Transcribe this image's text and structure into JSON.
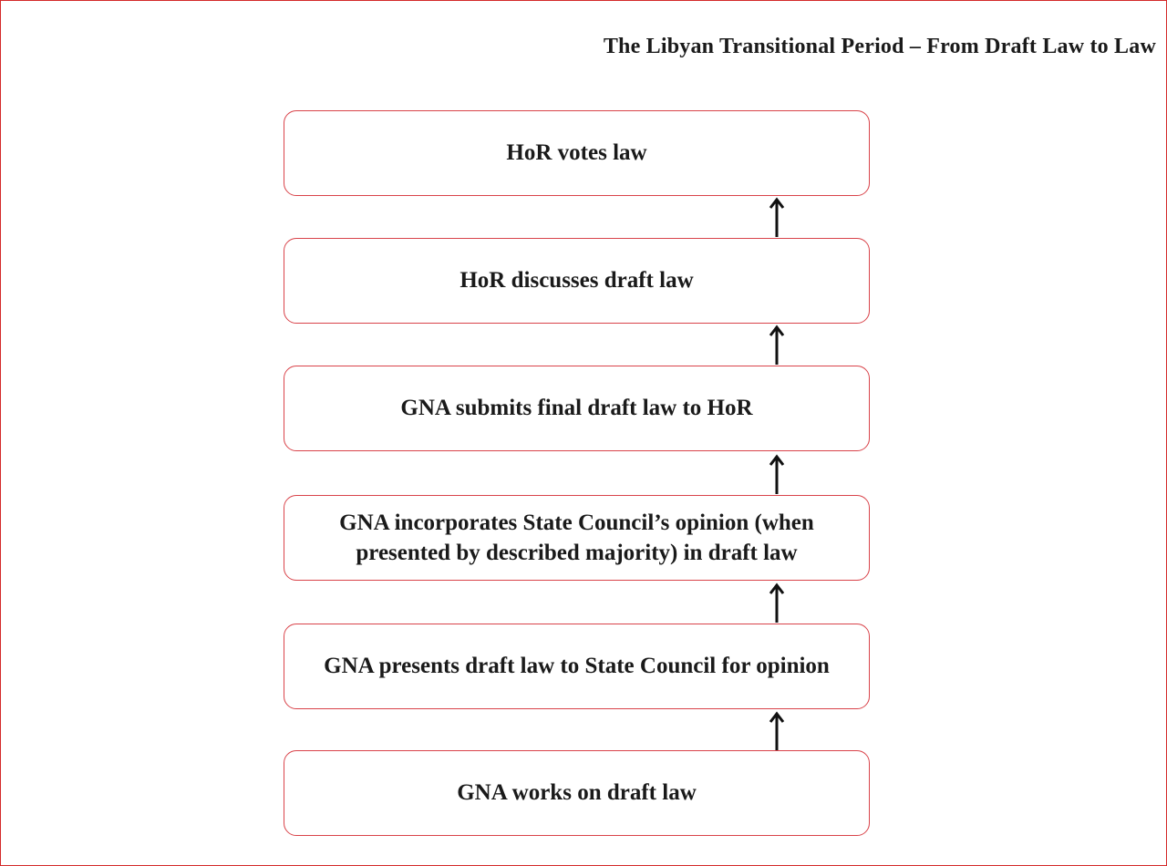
{
  "title": "The Libyan Transitional Period – From Draft Law to Law",
  "steps": [
    "HoR votes law",
    "HoR discusses draft law",
    "GNA submits final draft law to HoR",
    "GNA incorporates State Council’s opinion (when presented by described majority) in draft law",
    "GNA presents draft law to State Council for opinion",
    "GNA works on draft law"
  ],
  "colors": {
    "border": "#d9434a",
    "frame": "#d42a2a",
    "arrow": "#111111"
  },
  "arrow_direction": "up"
}
